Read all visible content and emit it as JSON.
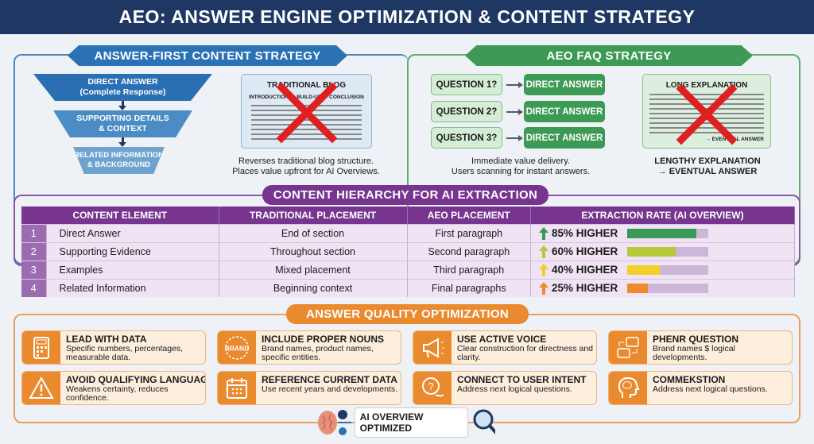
{
  "title": "AEO: ANSWER ENGINE OPTIMIZATION & CONTENT STRATEGY",
  "answer_first": {
    "heading": "ANSWER-FIRST CONTENT STRATEGY",
    "funnel": [
      {
        "line1": "DIRECT ANSWER",
        "line2": "(Complete Response)"
      },
      {
        "line1": "SUPPORTING DETAILS",
        "line2": "& CONTEXT"
      },
      {
        "line1": "RELATED INFORMATION",
        "line2": "& BACKGROUND"
      }
    ],
    "blog_title": "TRADITIONAL BLOG",
    "blog_flow": "INTRODUCTION → BUILD-UP → CONCLUSION",
    "caption_line1": "Reverses traditional blog structure.",
    "caption_line2": "Places value upfront for AI Overviews."
  },
  "faq": {
    "heading": "AEO FAQ STRATEGY",
    "questions": [
      "QUESTION 1?",
      "QUESTION 2?",
      "QUESTION 3?"
    ],
    "answer_label": "DIRECT ANSWER",
    "caption_line1": "Immediate value delivery.",
    "caption_line2": "Users scanning for instant answers.",
    "long_title": "LONG EXPLANATION",
    "eventual": "→ EVENTUAL ANSWER",
    "long_caption_line1": "LENGTHY EXPLANATION",
    "long_caption_line2": "→ EVENTUAL ANSWER"
  },
  "hierarchy": {
    "heading": "CONTENT HIERARCHY FOR AI EXTRACTION",
    "columns": [
      "CONTENT ELEMENT",
      "TRADITIONAL PLACEMENT",
      "AEO PLACEMENT",
      "EXTRACTION RATE (AI OVERVIEW)"
    ],
    "rows": [
      {
        "num": "1",
        "element": "Direct Answer",
        "traditional": "End of section",
        "aeo": "First paragraph",
        "rate": "85% HIGHER",
        "value": 85,
        "color": "#3a9a55"
      },
      {
        "num": "2",
        "element": "Supporting Evidence",
        "traditional": "Throughout section",
        "aeo": "Second paragraph",
        "rate": "60% HIGHER",
        "value": 60,
        "color": "#b5c83a"
      },
      {
        "num": "3",
        "element": "Examples",
        "traditional": "Mixed placement",
        "aeo": "Third paragraph",
        "rate": "40% HIGHER",
        "value": 40,
        "color": "#f2d02a"
      },
      {
        "num": "4",
        "element": "Related Information",
        "traditional": "Beginning context",
        "aeo": "Final paragraphs",
        "rate": "25% HIGHER",
        "value": 25,
        "color": "#ee8a2a"
      }
    ]
  },
  "quality": {
    "heading": "ANSWER QUALITY OPTIMIZATION",
    "cards": [
      {
        "icon": "calculator-icon",
        "title": "LEAD WITH DATA",
        "desc": "Specific numbers, percentages, measurable data."
      },
      {
        "icon": "brand-badge-icon",
        "title": "INCLUDE PROPER NOUNS",
        "desc": "Brand names, product names, specific entities.",
        "badge": "BRAND"
      },
      {
        "icon": "megaphone-icon",
        "title": "USE ACTIVE VOICE",
        "desc": "Clear construction for directness and clarity."
      },
      {
        "icon": "chat-bubbles-icon",
        "title": "PHENR QUESTION",
        "desc": "Brand names $ logical developments."
      },
      {
        "icon": "warning-icon",
        "title": "AVOID QUALIFYING LANGUAGE",
        "desc": "Weakens certainty, reduces confidence."
      },
      {
        "icon": "calendar-icon",
        "title": "REFERENCE CURRENT DATA",
        "desc": "Use recent years and developments."
      },
      {
        "icon": "question-bubble-icon",
        "title": "CONNECT TO USER INTENT",
        "desc": "Address next logical questions."
      },
      {
        "icon": "brain-head-icon",
        "title": "COMMEKSTION",
        "desc": "Address next logical questions."
      }
    ],
    "badge": "AI OVERVIEW OPTIMIZED"
  },
  "colors": {
    "navy": "#1f3763",
    "blue": "#2a72b5",
    "green": "#3c9a54",
    "purple": "#77358f",
    "orange": "#ea8a2e",
    "red": "#e02020"
  }
}
